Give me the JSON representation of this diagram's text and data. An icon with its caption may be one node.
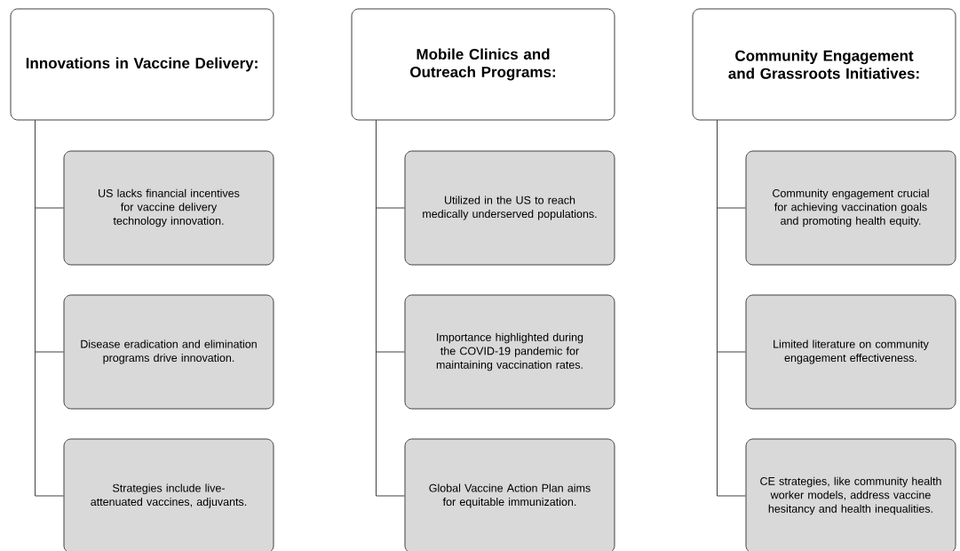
{
  "diagram": {
    "nodes": [
      {
        "text": [
          "Innovations in Vaccine Delivery:"
        ]
      },
      {
        "text": [
          "US lacks financial incentives for vaccine delivery technology innovation."
        ]
      },
      {
        "text": [
          "Disease eradication and elimination programs drive innovation."
        ]
      },
      {
        "text": [
          "Strategies include live-attenuated vaccines, adjuvants."
        ]
      },
      {
        "text": [
          "Mobile Clinics and Outreach Programs:"
        ]
      },
      {
        "text": [
          "Utilized in the US to reach medically underserved populations."
        ]
      },
      {
        "text": [
          "Importance highlighted during the COVID-19 pandemic for maintaining vaccination rates."
        ]
      },
      {
        "text": [
          "Global Vaccine Action Plan aims for equitable immunization."
        ]
      },
      {
        "text": [
          "Community Engagement and Grassroots Initiatives:"
        ]
      },
      {
        "text": [
          "Community engagement crucial for achieving vaccination goals and promoting health equity."
        ]
      },
      {
        "text": [
          "Limited literature on community engagement effectiveness."
        ]
      },
      {
        "text": [
          "CE strategies, like community health worker models, address vaccine hesitancy and health inequalities."
        ]
      }
    ],
    "edges": [
      {
        "from": 0,
        "to": 1,
        "arrow": "none"
      },
      {
        "from": 0,
        "to": 2,
        "arrow": "none"
      },
      {
        "from": 0,
        "to": 3,
        "arrow": "none"
      },
      {
        "from": 4,
        "to": 5,
        "arrow": "none"
      },
      {
        "from": 4,
        "to": 6,
        "arrow": "none"
      },
      {
        "from": 4,
        "to": 7,
        "arrow": "none"
      },
      {
        "from": 8,
        "to": 9,
        "arrow": "none"
      },
      {
        "from": 8,
        "to": 10,
        "arrow": "none"
      },
      {
        "from": 8,
        "to": 11,
        "arrow": "none"
      }
    ]
  }
}
